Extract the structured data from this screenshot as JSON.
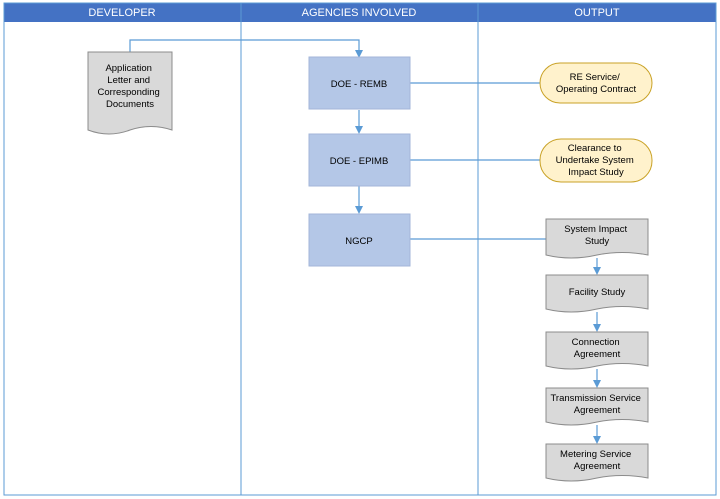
{
  "lanes": [
    {
      "id": "developer",
      "label": "DEVELOPER"
    },
    {
      "id": "agencies",
      "label": "AGENCIES INVOLVED"
    },
    {
      "id": "output",
      "label": "OUTPUT"
    }
  ],
  "nodes": {
    "application": {
      "lines": [
        "Application",
        "Letter and",
        "Corresponding",
        "Documents"
      ]
    },
    "doe_remb": {
      "lines": [
        "DOE - REMB"
      ]
    },
    "doe_epimb": {
      "lines": [
        "DOE - EPIMB"
      ]
    },
    "ngcp": {
      "lines": [
        "NGCP"
      ]
    },
    "re_service": {
      "lines": [
        "RE Service/",
        "Operating Contract"
      ]
    },
    "clearance": {
      "lines": [
        "Clearance to",
        "Undertake System",
        "Impact Study"
      ]
    },
    "system_impact": {
      "lines": [
        "System Impact",
        "Study"
      ]
    },
    "facility": {
      "lines": [
        "Facility Study"
      ]
    },
    "connection": {
      "lines": [
        "Connection",
        "Agreement"
      ]
    },
    "transmission": {
      "lines": [
        "Transmission Service",
        "Agreement"
      ]
    },
    "metering": {
      "lines": [
        "Metering Service",
        "Agreement"
      ]
    }
  },
  "colors": {
    "header": "#4472c4",
    "lane_border": "#5b9bd5",
    "process_fill": "#b4c7e7",
    "process_stroke": "#a3b6d8",
    "output_fill": "#fff2cc",
    "output_stroke": "#c9a227",
    "document_fill": "#d9d9d9",
    "document_stroke": "#8c8c8c",
    "connector": "#5b9bd5"
  }
}
